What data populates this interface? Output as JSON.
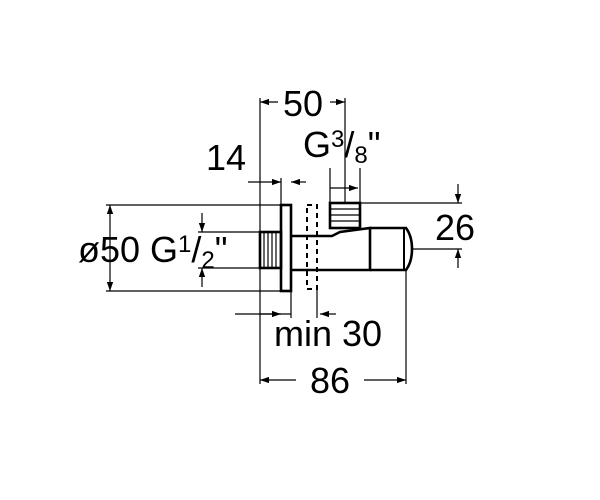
{
  "diagram": {
    "colors": {
      "ink": "#000000",
      "paper": "#ffffff"
    },
    "dimensions": {
      "top_length": "50",
      "wall_offset": "14",
      "outlet_thread_prefix": "G",
      "outlet_thread_num": "3",
      "outlet_thread_slash": "/",
      "outlet_thread_den": "8",
      "outlet_thread_suffix": "\"",
      "outlet_height": "26",
      "flange_prefix": "ø50 G",
      "flange_thread_num": "1",
      "flange_thread_slash": "/",
      "flange_thread_den": "2",
      "flange_thread_suffix": "\"",
      "min_depth": "min 30",
      "total_length": "86"
    }
  }
}
